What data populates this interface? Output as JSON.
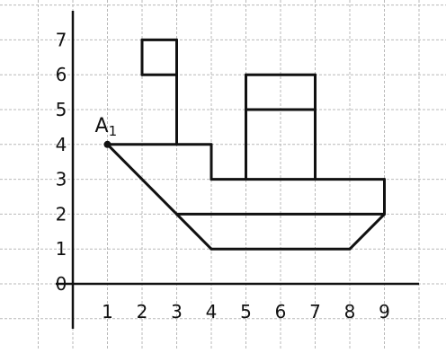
{
  "point_label": {
    "letter": "A",
    "subscript": "1",
    "coords": [
      1,
      4
    ]
  },
  "x_ticks": [
    "1",
    "2",
    "3",
    "4",
    "5",
    "6",
    "7",
    "8",
    "9"
  ],
  "y_ticks": [
    "0",
    "1",
    "2",
    "3",
    "4",
    "5",
    "6",
    "7"
  ],
  "grid": {
    "x_range": [
      -1,
      10
    ],
    "y_range": [
      -1,
      8
    ],
    "line_color": "#b9b9b9"
  },
  "drawing": {
    "stroke_color": "#111111",
    "segments": [
      {
        "name": "hull-top-deck-left",
        "from": [
          1,
          4
        ],
        "to": [
          4,
          4
        ]
      },
      {
        "name": "hull-deck-step",
        "from": [
          4,
          4
        ],
        "to": [
          4,
          3
        ]
      },
      {
        "name": "hull-top-deck-right",
        "from": [
          4,
          3
        ],
        "to": [
          9,
          3
        ]
      },
      {
        "name": "hull-stern",
        "from": [
          9,
          3
        ],
        "to": [
          9,
          2
        ]
      },
      {
        "name": "hull-stern-slope",
        "from": [
          9,
          2
        ],
        "to": [
          8,
          1
        ]
      },
      {
        "name": "hull-bottom",
        "from": [
          8,
          1
        ],
        "to": [
          4,
          1
        ]
      },
      {
        "name": "hull-bow-lower",
        "from": [
          4,
          1
        ],
        "to": [
          3,
          2
        ]
      },
      {
        "name": "hull-bow-upper",
        "from": [
          3,
          2
        ],
        "to": [
          1,
          4
        ]
      },
      {
        "name": "hull-waterline",
        "from": [
          3,
          2
        ],
        "to": [
          9,
          2
        ]
      },
      {
        "name": "mast",
        "from": [
          3,
          4
        ],
        "to": [
          3,
          7
        ]
      },
      {
        "name": "flag-top",
        "from": [
          2,
          7
        ],
        "to": [
          3,
          7
        ]
      },
      {
        "name": "flag-left",
        "from": [
          2,
          7
        ],
        "to": [
          2,
          6
        ]
      },
      {
        "name": "flag-bottom",
        "from": [
          2,
          6
        ],
        "to": [
          3,
          6
        ]
      },
      {
        "name": "cabin-left",
        "from": [
          5,
          3
        ],
        "to": [
          5,
          6
        ]
      },
      {
        "name": "cabin-top",
        "from": [
          5,
          6
        ],
        "to": [
          7,
          6
        ]
      },
      {
        "name": "cabin-right",
        "from": [
          7,
          6
        ],
        "to": [
          7,
          3
        ]
      },
      {
        "name": "cabin-divider",
        "from": [
          5,
          5
        ],
        "to": [
          7,
          5
        ]
      }
    ]
  }
}
